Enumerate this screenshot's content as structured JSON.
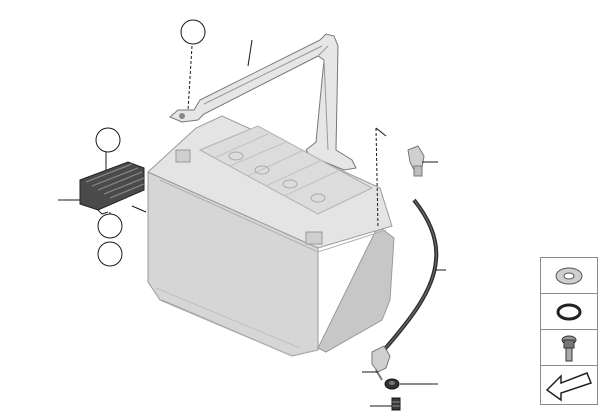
{
  "diagram": {
    "callout_labels": [
      "",
      "",
      "",
      "",
      ""
    ],
    "part_icons": [
      "hold-down-clamp",
      "battery-vent-cover",
      "battery",
      "vent-hose",
      "hose-elbow-connector",
      "hose-grommet",
      "hose-plug"
    ]
  },
  "legend": {
    "items": [
      "washer-icon",
      "o-ring-seal-icon",
      "screw-bolt-icon",
      "arrow-left-icon"
    ]
  },
  "colors": {
    "line": "#1a1a1a",
    "battery_body": "#d8d8d8",
    "battery_shadow": "#bcbcbc",
    "dark_part": "#3a3a3a",
    "legend_border": "#8a8a8a"
  }
}
